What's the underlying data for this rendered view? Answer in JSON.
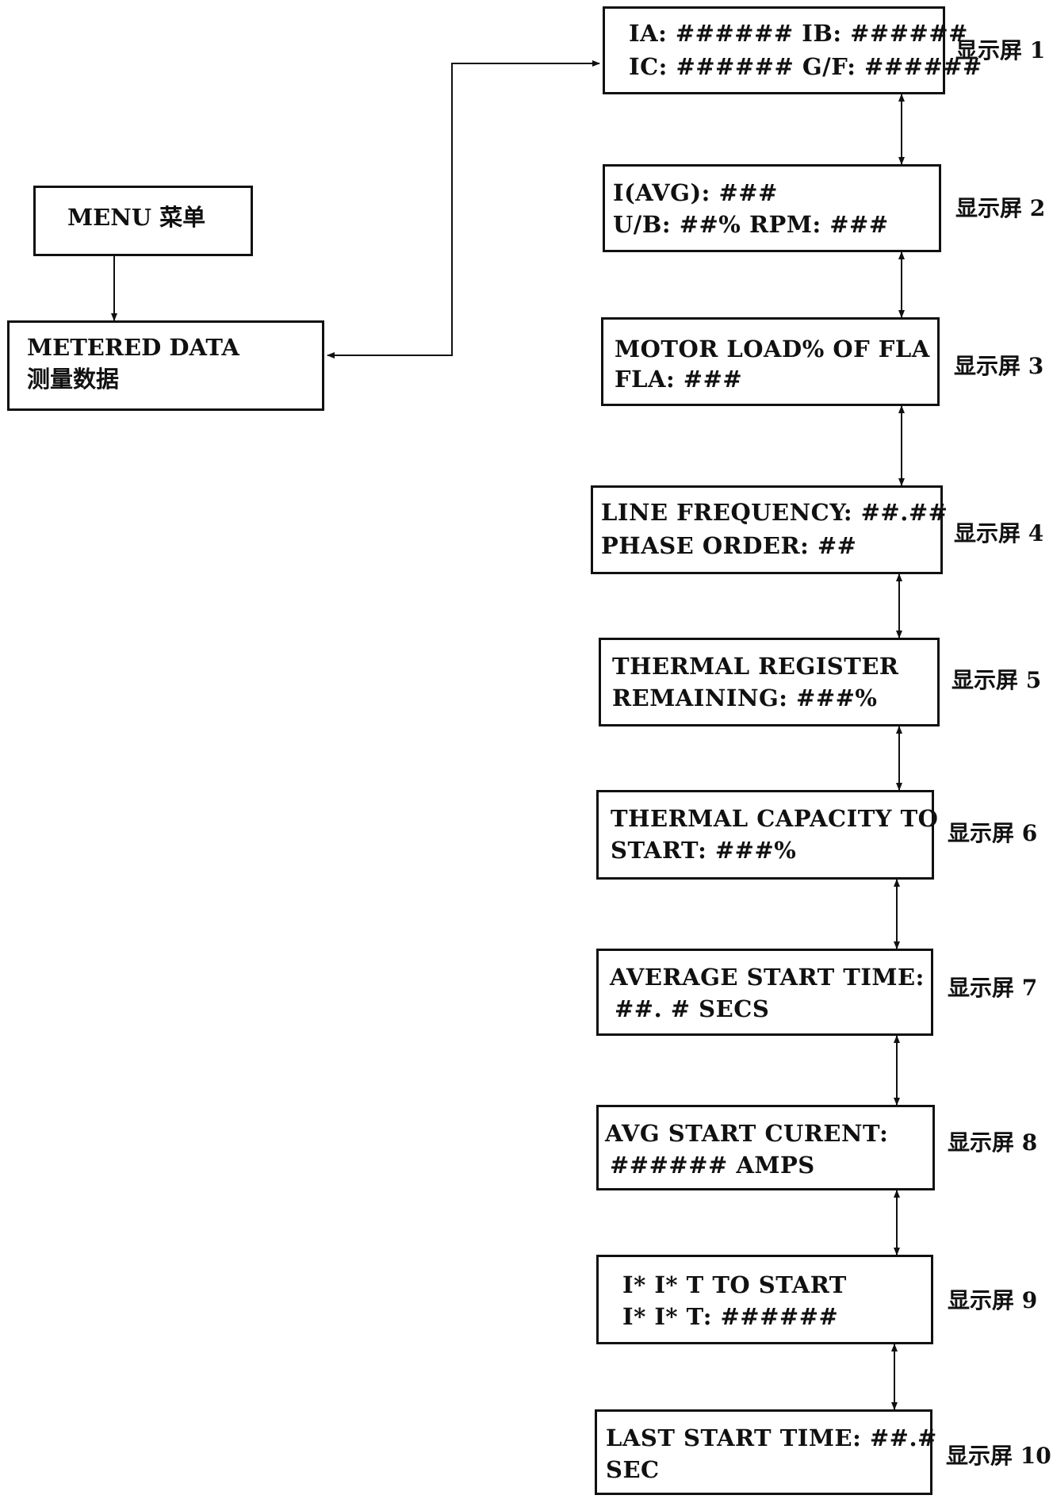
{
  "menu": {
    "label": "MENU 菜单"
  },
  "metered": {
    "line1": "METERED DATA",
    "line2": "测量数据"
  },
  "screens": [
    {
      "line1": "IA: ###### IB: ######",
      "line2": "IC: ###### G/F: ######",
      "label": "显示屏 1"
    },
    {
      "line1": "I(AVG): ###",
      "line2": "U/B: ##% RPM: ###",
      "label": "显示屏 2"
    },
    {
      "line1": "MOTOR LOAD% OF FLA",
      "line2": "FLA: ###",
      "label": "显示屏 3"
    },
    {
      "line1": "LINE FREQUENCY: ##.##",
      "line2": "PHASE ORDER: ##",
      "label": "显示屏 4"
    },
    {
      "line1": "THERMAL REGISTER",
      "line2": "REMAINING: ###%",
      "label": "显示屏 5"
    },
    {
      "line1": "THERMAL CAPACITY TO",
      "line2": "START: ###%",
      "label": "显示屏 6"
    },
    {
      "line1": "AVERAGE START TIME:",
      "line2": "##. # SECS",
      "label": "显示屏 7"
    },
    {
      "line1": "AVG START CURENT:",
      "line2": "###### AMPS",
      "label": "显示屏 8"
    },
    {
      "line1": "I* I* T TO START",
      "line2": "I* I* T: ######",
      "label": "显示屏 9"
    },
    {
      "line1": "LAST START TIME: ##.#",
      "line2": "SEC",
      "label": "显示屏 10"
    }
  ]
}
